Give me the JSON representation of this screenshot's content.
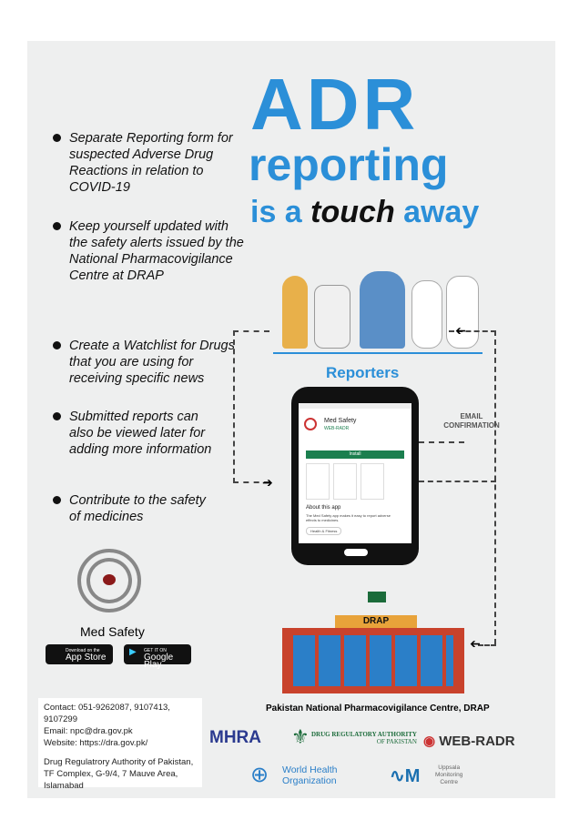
{
  "title": {
    "line1": "ADR",
    "line2": "reporting",
    "line3_pre": "is a",
    "line3_em": "touch",
    "line3_post": "away"
  },
  "bullets": [
    "Separate Reporting form for suspected Adverse Drug Reactions in relation to COVID-19",
    "Keep yourself updated with the safety alerts issued by the National Pharmacovigilance Centre at DRAP",
    "Create a Watchlist for Drugs that you are using for receiving specific news",
    "Submitted reports can also be viewed later for adding more information",
    "Contribute to the safety of medicines"
  ],
  "app": {
    "name": "Med Safety",
    "app_store": {
      "small": "Download on the",
      "label": "App Store"
    },
    "google_play": {
      "small": "GET IT ON",
      "label": "Google Play"
    }
  },
  "diagram": {
    "reporters": "Reporters",
    "email_confirmation": "EMAIL CONFIRMATION",
    "building_sign": "DRAP"
  },
  "phone_screen": {
    "app_title": "Med Safety",
    "publisher": "WEB-RADR",
    "install": "Install",
    "about": "About this app",
    "about_desc": "The Med Safety app makes it easy to report adverse effects to medicines.",
    "category": "Health & Fitness"
  },
  "centre": "Pakistan National Pharmacovigilance Centre, DRAP",
  "contact": {
    "phone": "Contact: 051-9262087, 9107413, 9107299",
    "email": "Email: npc@dra.gov.pk",
    "website": "Website: https://dra.gov.pk/",
    "address1": "Drug Regulatrory Authority of Pakistan,",
    "address2": "TF Complex, G-9/4, 7 Mauve Area,",
    "address3": "Islamabad"
  },
  "logos": {
    "mhra": "MHRA",
    "drap1": "DRUG REGULATORY AUTHORITY",
    "drap2": "OF PAKISTAN",
    "webradr": "WEB-RADR",
    "who1": "World Health",
    "who2": "Organization",
    "umc1": "Uppsala",
    "umc2": "Monitoring",
    "umc3": "Centre"
  },
  "colors": {
    "accent": "#2b8fd8",
    "building": "#c8422c",
    "green": "#1b7f4f"
  }
}
